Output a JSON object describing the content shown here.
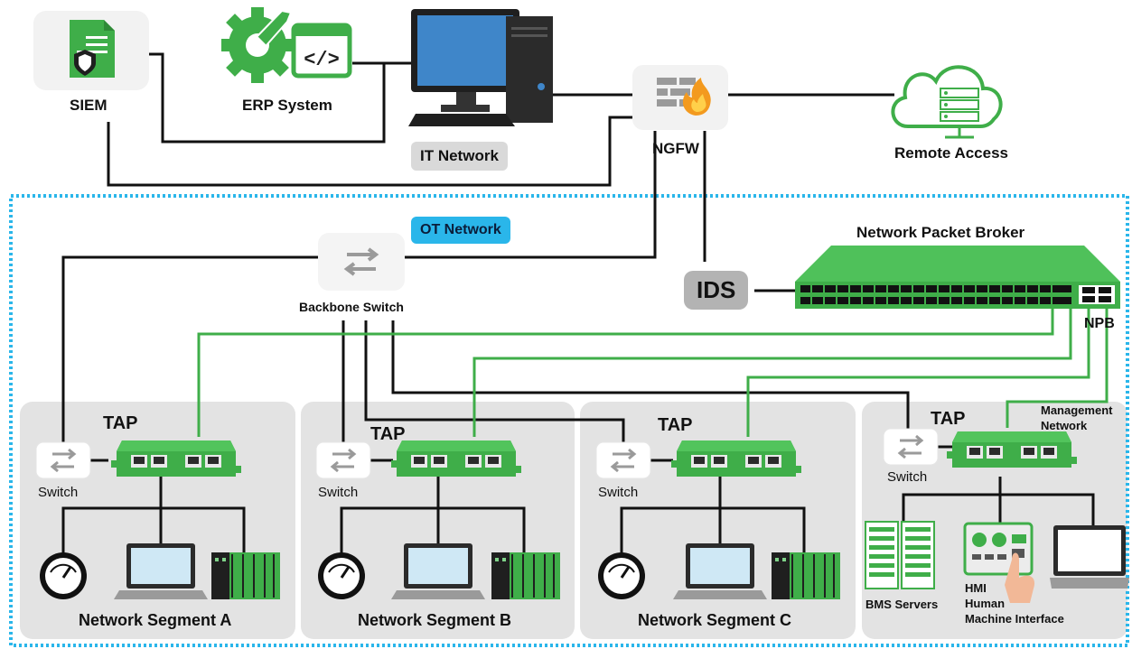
{
  "colors": {
    "green": "#3fae49",
    "dark_green": "#2f8a37",
    "ot_border": "#2ab6ea",
    "segment_bg": "#e3e3e3",
    "line": "#111111"
  },
  "it": {
    "siem_label": "SIEM",
    "erp_label": "ERP System",
    "it_network_label": "IT Network",
    "ngfw_label": "NGFW",
    "remote_access_label": "Remote Access"
  },
  "ot": {
    "ot_network_label": "OT Network",
    "backbone_switch_label": "Backbone Switch",
    "npb_title": "Network Packet Broker",
    "npb_short": "NPB",
    "ids_label": "IDS"
  },
  "segments": [
    {
      "name": "Network Segment A",
      "tap_label": "TAP",
      "switch_label": "Switch"
    },
    {
      "name": "Network Segment B",
      "tap_label": "TAP",
      "switch_label": "Switch"
    },
    {
      "name": "Network Segment C",
      "tap_label": "TAP",
      "switch_label": "Switch"
    }
  ],
  "management": {
    "tap_label": "TAP",
    "switch_label": "Switch",
    "network_label_line1": "Management",
    "network_label_line2": "Network",
    "bms_label": "BMS Servers",
    "hmi_line1": "HMI",
    "hmi_line2": "Human",
    "hmi_line3": "Machine Interface"
  },
  "icons": [
    "document-shield-icon",
    "gear-code-icon",
    "desktop-computer-icon",
    "firewall-icon",
    "cloud-server-icon",
    "switch-arrows-icon",
    "tap-device-icon",
    "npb-device-icon",
    "gauge-icon",
    "laptop-icon",
    "plc-icon",
    "server-rack-icon",
    "hmi-panel-icon"
  ]
}
